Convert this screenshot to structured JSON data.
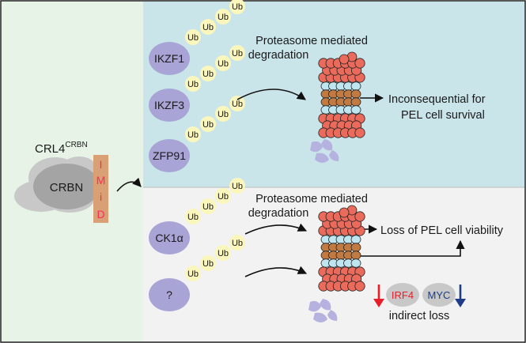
{
  "complex": {
    "title": "CRL4",
    "title_superscript": "CRBN",
    "crbn_label": "CRBN",
    "imid_letters": [
      "I",
      "M",
      "i",
      "D"
    ]
  },
  "top_panel": {
    "process_label_line1": "Proteasome mediated",
    "process_label_line2": "degradation",
    "substrates": [
      "IKZF1",
      "IKZF3",
      "ZFP91"
    ],
    "ub_label": "Ub",
    "outcome_line1": "Inconsequential for",
    "outcome_line2": "PEL cell survival"
  },
  "bottom_panel": {
    "process_label_line1": "Proteasome mediated",
    "process_label_line2": "degradation",
    "substrates": [
      "CK1α",
      "?"
    ],
    "ub_label": "Ub",
    "outcome": "Loss of PEL cell viability",
    "markers": [
      "IRF4",
      "MYC"
    ],
    "indirect_label": "indirect loss"
  },
  "colors": {
    "top_panel_bg": "#c9e5ea",
    "bottom_panel_bg": "#f2f2f2",
    "left_panel_bg": "#e7f3e6",
    "substrate": "#a9a4d6",
    "ubiquitin": "#fbf6bc",
    "proteasome_red": "#ea6b5b",
    "proteasome_blue": "#bfe6f0",
    "proteasome_brown": "#c17a42",
    "imid_bar": "#d8a074",
    "imid_text": "#ff2a5a",
    "irf4_arrow": "#e81d2a",
    "myc_arrow": "#1f3c88"
  }
}
